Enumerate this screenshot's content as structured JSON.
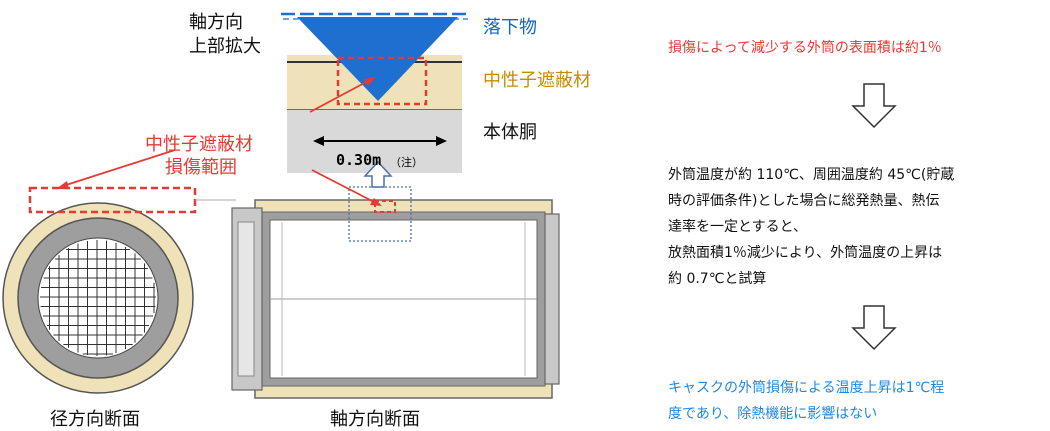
{
  "diagram": {
    "axial_enlarged_label_1": "軸方向",
    "axial_enlarged_label_2": "上部拡大",
    "falling_object_label": "落下物",
    "neutron_shield_label": "中性子遮蔽材",
    "main_body_label": "本体胴",
    "width_value": "0.30m",
    "width_note": "（注）",
    "damage_range_label_1": "中性子遮蔽材",
    "damage_range_label_2": "損傷範囲",
    "radial_section_label": "径方向断面",
    "axial_section_label": "軸方向断面",
    "colors": {
      "falling_object": "#1f6fd1",
      "neutron_shield": "#efe2b8",
      "main_body": "#d9d9d9",
      "damage_marker": "#e53935"
    }
  },
  "explanation": {
    "surface_area_text": "損傷によって減少する外筒の表面積は約1％",
    "calc_lines": [
      "外筒温度が約 110℃、周囲温度約 45℃(貯蔵",
      "時の評価条件)とした場合に総発熱量、熱伝",
      "達率を一定とすると、",
      "放熱面積1％減少により、外筒温度の上昇は",
      "約 0.7℃と試算"
    ],
    "conclusion_lines": [
      "キャスクの外筒損傷による温度上昇は1℃程",
      "度であり、除熱機能に影響はない"
    ]
  }
}
